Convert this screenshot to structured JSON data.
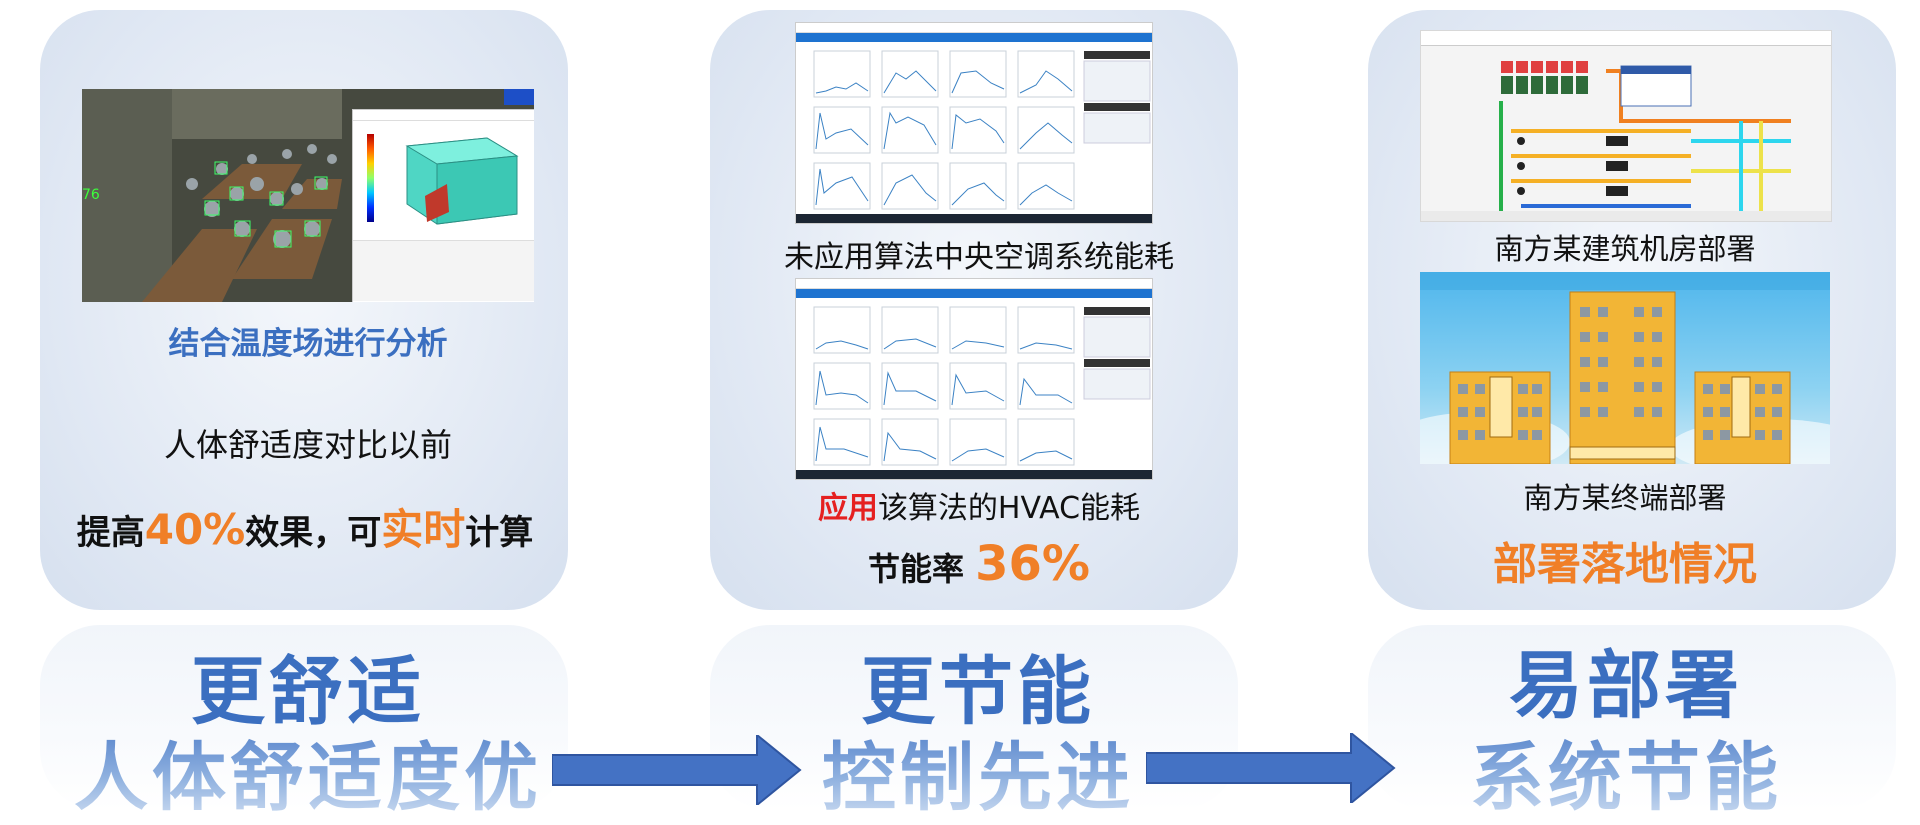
{
  "card1": {
    "caption": "结合温度场进行分析",
    "line1": "人体舒适度对比以前",
    "line2_a": "提高",
    "line2_b": "40%",
    "line2_c": "效果，可",
    "line2_d": "实时",
    "line2_e": "计算",
    "overlay_number": "76"
  },
  "card2": {
    "caption_top": "未应用算法中央空调系统能耗",
    "caption_mid_a": "应用",
    "caption_mid_b": "该算法的HVAC能耗",
    "rate_label": "节能率",
    "rate_value": "36%"
  },
  "card3": {
    "caption_top": "南方某建筑机房部署",
    "caption_mid": "南方某终端部署",
    "caption_main": "部署落地情况"
  },
  "bottom": {
    "b1_title": "更舒适",
    "b1_sub": "人体舒适度优",
    "b2_title": "更节能",
    "b2_sub": "控制先进",
    "b3_title": "易部署",
    "b3_sub": "系统节能"
  },
  "colors": {
    "blue_text": "#3b6fc0",
    "orange": "#f07f27",
    "red": "#e52020",
    "arrow": "#4472c4"
  },
  "icons": [
    "arrow-right-icon",
    "arrow-right-icon"
  ]
}
